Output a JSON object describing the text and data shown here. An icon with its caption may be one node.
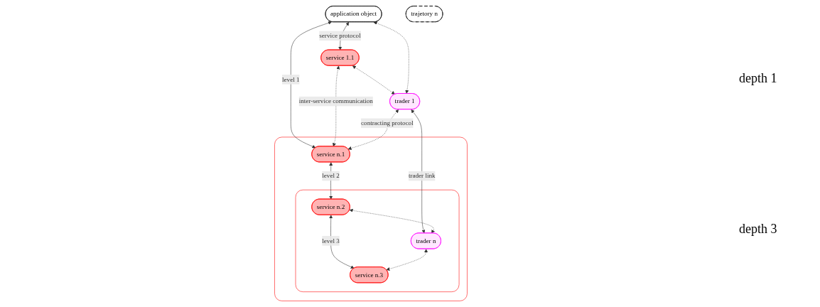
{
  "diagram": {
    "nodes": [
      {
        "text": [
          "application object"
        ]
      },
      {
        "text": [
          "service 1.1"
        ]
      },
      {
        "text": [
          "trader 1"
        ]
      },
      {
        "text": [],
        "shape": "box"
      },
      {
        "text": [
          "service n.1"
        ],
        "in": 3
      },
      {
        "text": [],
        "shape": "box",
        "in": 3
      },
      {
        "text": [
          "service n.2"
        ],
        "in": 5
      },
      {
        "text": [
          "trader n"
        ],
        "in": 5
      },
      {
        "text": [
          "service n.3"
        ],
        "in": 5
      },
      {
        "text": [
          "trajetory n"
        ]
      }
    ],
    "edges": [
      {
        "from": 0,
        "to": 1,
        "arrow": "both",
        "label": "service protocol"
      },
      {
        "from": 0,
        "to": 4,
        "arrow": "both",
        "label": "level 1"
      },
      {
        "from": 1,
        "to": 4,
        "arrow": "both",
        "style": "dashed",
        "label": "inter-service communication"
      },
      {
        "from": 2,
        "to": 0,
        "arrow": "both",
        "style": "dashed"
      },
      {
        "from": 1,
        "to": 2,
        "arrow": "both",
        "style": "dashed"
      },
      {
        "from": 2,
        "to": 4,
        "arrow": "both",
        "style": "dashed",
        "label": "contracting protocol"
      },
      {
        "from": 4,
        "to": 6,
        "arrow": "both",
        "label": "level 2"
      },
      {
        "from": 2,
        "to": 7,
        "arrow": "both",
        "label": "trader link"
      },
      {
        "from": 6,
        "to": 7,
        "arrow": "both",
        "style": "dashed"
      },
      {
        "from": 6,
        "to": 8,
        "arrow": "both",
        "label": "level 3"
      },
      {
        "from": 7,
        "to": 8,
        "arrow": "both",
        "style": "dashed"
      }
    ],
    "labels": [
      "depth 1",
      "depth 3"
    ]
  }
}
